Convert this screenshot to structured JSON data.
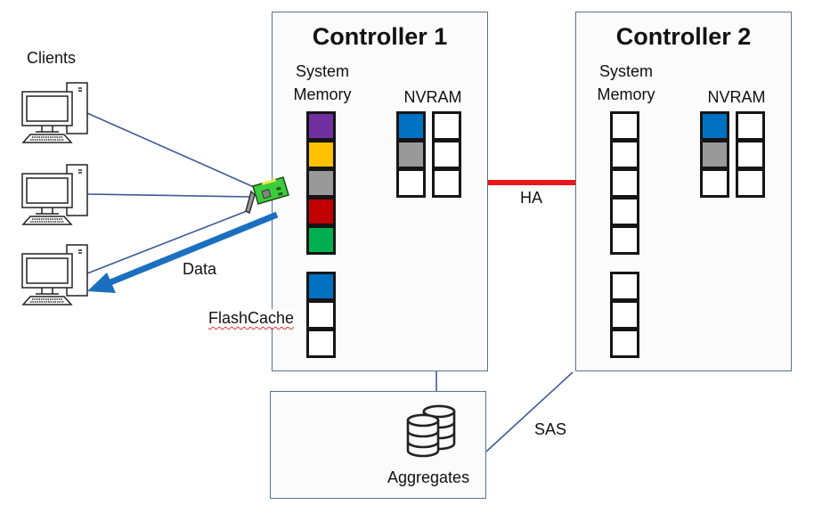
{
  "clients": {
    "label": "Clients",
    "count": 3,
    "icon": "desktop-computer-icon"
  },
  "network_card": {
    "icon": "network-card-icon"
  },
  "data_flow": {
    "label": "Data",
    "color": "#1a6fc0"
  },
  "flashcache": {
    "label": "FlashCache"
  },
  "ha_link": {
    "label": "HA",
    "color": "#e8171c"
  },
  "sas_link": {
    "label": "SAS"
  },
  "aggregates": {
    "label": "Aggregates",
    "icon": "database-icon"
  },
  "controllers": [
    {
      "title": "Controller 1",
      "system_memory_label_line1": "System",
      "system_memory_label_line2": "Memory",
      "nvram_label": "NVRAM",
      "system_memory_cells": [
        "#7030a0",
        "#ffc000",
        "#999999",
        "#c00000",
        "#00b050"
      ],
      "flashcache_cells": [
        "#0070c0",
        "#ffffff",
        "#ffffff"
      ],
      "nvram_cells": [
        [
          "#0070c0",
          "#ffffff"
        ],
        [
          "#999999",
          "#ffffff"
        ],
        [
          "#ffffff",
          "#ffffff"
        ]
      ]
    },
    {
      "title": "Controller 2",
      "system_memory_label_line1": "System",
      "system_memory_label_line2": "Memory",
      "nvram_label": "NVRAM",
      "system_memory_cells": [
        "#ffffff",
        "#ffffff",
        "#ffffff",
        "#ffffff",
        "#ffffff"
      ],
      "flashcache_cells": [
        "#ffffff",
        "#ffffff",
        "#ffffff"
      ],
      "nvram_cells": [
        [
          "#0070c0",
          "#ffffff"
        ],
        [
          "#999999",
          "#ffffff"
        ],
        [
          "#ffffff",
          "#ffffff"
        ]
      ]
    }
  ]
}
